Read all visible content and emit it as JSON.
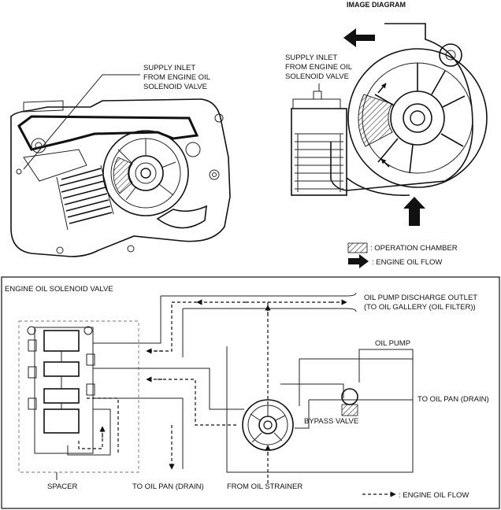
{
  "top_left": {
    "supply_inlet_label": [
      "SUPPLY INLET",
      "FROM ENGINE OIL",
      "SOLENOID VALVE"
    ]
  },
  "top_right": {
    "title": "IMAGE DIAGRAM",
    "supply_inlet_label": [
      "SUPPLY INLET",
      "FROM ENGINE OIL",
      "SOLENOID VALVE"
    ],
    "legend": {
      "operation_chamber": ": OPERATION CHAMBER",
      "engine_oil_flow": ": ENGINE OIL FLOW"
    }
  },
  "bottom": {
    "solenoid_valve": "ENGINE OIL SOLENOID VALVE",
    "discharge_outlet": [
      "OIL PUMP DISCHARGE OUTLET",
      "(TO OIL GALLERY (OIL FILTER))"
    ],
    "oil_pump": "OIL PUMP",
    "to_oil_pan_right": "TO OIL PAN (DRAIN)",
    "bypass_valve": "BYPASS VALVE",
    "spacer": "SPACER",
    "to_oil_pan_bottom": "TO OIL PAN (DRAIN)",
    "from_oil_strainer": "FROM OIL STRAINER",
    "legend_flow": ": ENGINE OIL FLOW"
  },
  "colors": {
    "line": "#111111",
    "background": "#ffffff",
    "hatch": "#333333"
  }
}
